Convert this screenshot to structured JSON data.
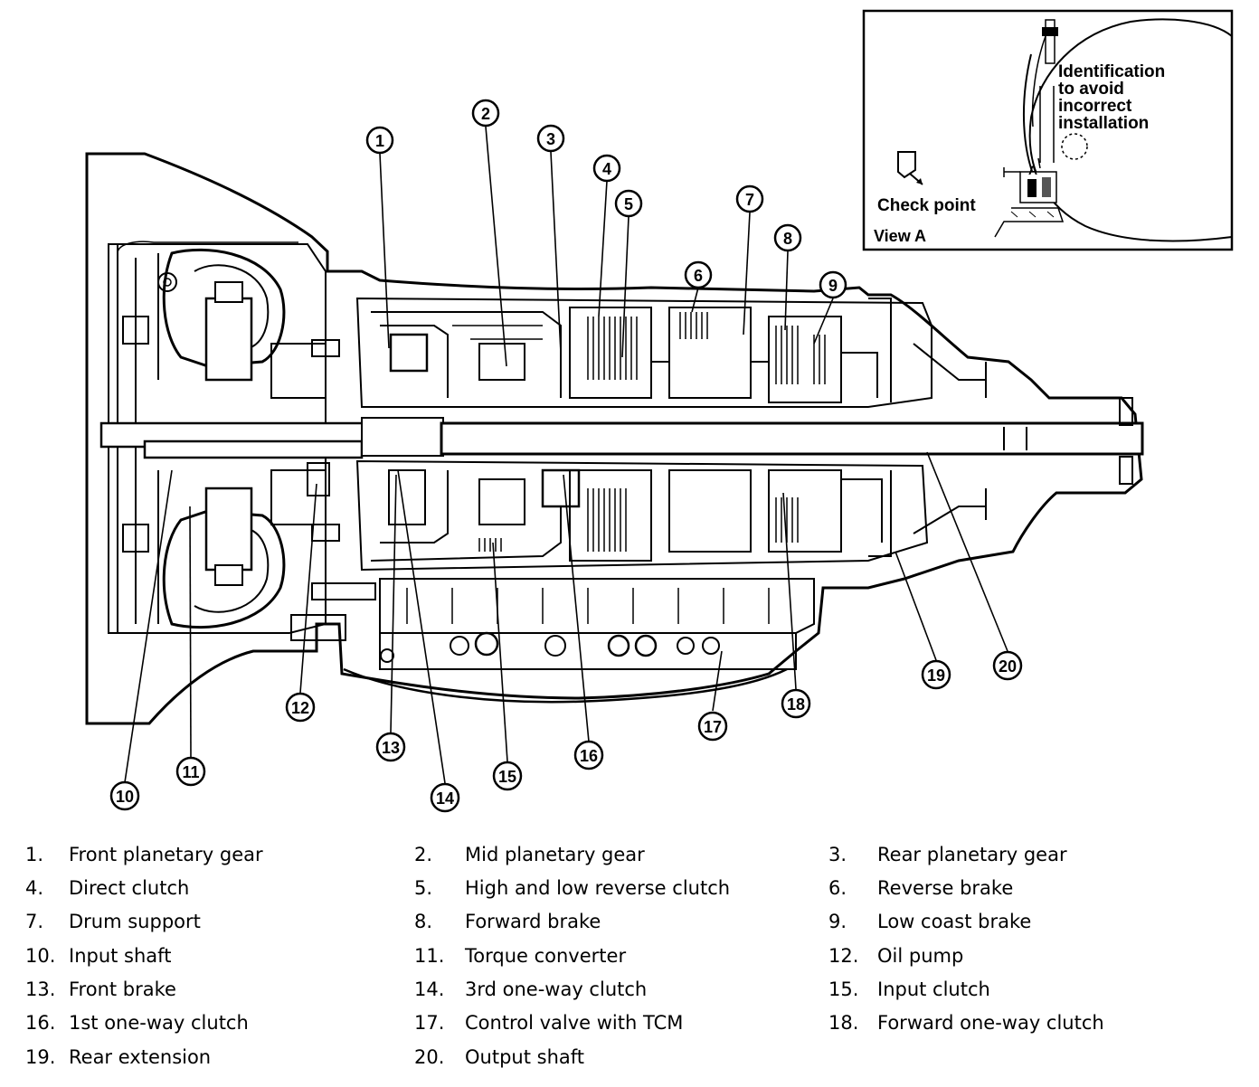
{
  "view_a": {
    "identification_lines": [
      "Identification",
      "to avoid",
      "incorrect",
      "installation"
    ],
    "check_point": "Check point",
    "title": "View A",
    "marker": "A"
  },
  "callouts": [
    "1",
    "2",
    "3",
    "4",
    "5",
    "6",
    "7",
    "8",
    "9",
    "10",
    "11",
    "12",
    "13",
    "14",
    "15",
    "16",
    "17",
    "18",
    "19",
    "20"
  ],
  "legend": [
    {
      "num": "1.",
      "label": "Front planetary gear"
    },
    {
      "num": "2.",
      "label": "Mid planetary gear"
    },
    {
      "num": "3.",
      "label": "Rear planetary gear"
    },
    {
      "num": "4.",
      "label": "Direct clutch"
    },
    {
      "num": "5.",
      "label": "High and low reverse clutch"
    },
    {
      "num": "6.",
      "label": "Reverse brake"
    },
    {
      "num": "7.",
      "label": "Drum support"
    },
    {
      "num": "8.",
      "label": "Forward brake"
    },
    {
      "num": "9.",
      "label": "Low coast brake"
    },
    {
      "num": "10.",
      "label": "Input shaft"
    },
    {
      "num": "11.",
      "label": "Torque converter"
    },
    {
      "num": "12.",
      "label": "Oil pump"
    },
    {
      "num": "13.",
      "label": "Front brake"
    },
    {
      "num": "14.",
      "label": "3rd one-way clutch"
    },
    {
      "num": "15.",
      "label": "Input clutch"
    },
    {
      "num": "16.",
      "label": "1st one-way clutch"
    },
    {
      "num": "17.",
      "label": "Control valve with TCM"
    },
    {
      "num": "18.",
      "label": "Forward one-way clutch"
    },
    {
      "num": "19.",
      "label": "Rear extension"
    },
    {
      "num": "20.",
      "label": "Output shaft"
    }
  ]
}
